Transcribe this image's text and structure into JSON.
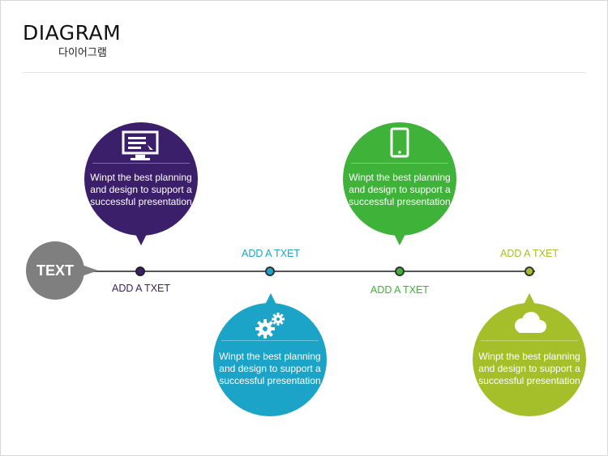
{
  "header": {
    "title": "DIAGRAM",
    "subtitle": "다이어그램"
  },
  "hub": {
    "label": "TEXT"
  },
  "colors": {
    "purple": "#3b1f6b",
    "teal": "#1ba4c8",
    "green": "#3fb239",
    "lime": "#a5bf2a",
    "hub": "#7f7f7f"
  },
  "steps": [
    {
      "label": "ADD A TXET",
      "text": "Winpt the best planning and design to support a successful presentation",
      "icon": "monitor-icon"
    },
    {
      "label": "ADD A TXET",
      "text": "Winpt the best planning and design to support a successful presentation",
      "icon": "gears-icon"
    },
    {
      "label": "ADD A TXET",
      "text": "Winpt the best planning and design to support a successful presentation",
      "icon": "tablet-icon"
    },
    {
      "label": "ADD A TXET",
      "text": "Winpt the best planning and design to support a successful presentation",
      "icon": "cloud-icon"
    }
  ]
}
